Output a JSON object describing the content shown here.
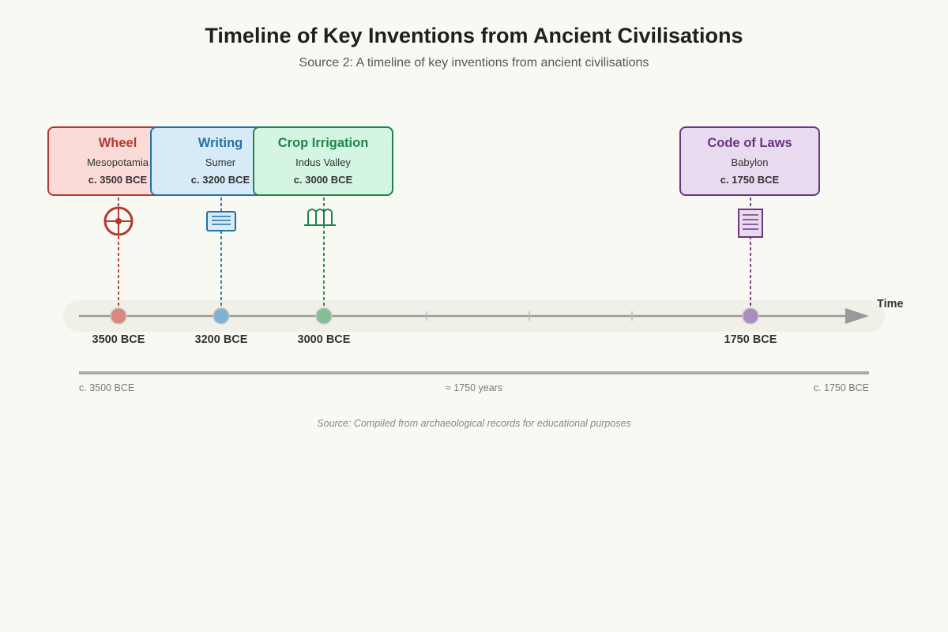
{
  "header": {
    "title": "Timeline of Key Inventions from Ancient Civilisations",
    "subtitle": "Source 2: A timeline of key inventions from ancient civilisations"
  },
  "axis": {
    "label": "Time"
  },
  "events": [
    {
      "name": "Wheel",
      "place": "Mesopotamia",
      "date": "c. 3500 BCE",
      "axis_label": "3500 BCE",
      "year_bce": 3500,
      "icon": "wheel-icon",
      "color": "#b03a2e",
      "fill": "#fadbd8",
      "dot": "#d98880"
    },
    {
      "name": "Writing",
      "place": "Sumer",
      "date": "c. 3200 BCE",
      "axis_label": "3200 BCE",
      "year_bce": 3200,
      "icon": "tablet-icon",
      "color": "#2471a3",
      "fill": "#d6eaf8",
      "dot": "#7fb3d5"
    },
    {
      "name": "Crop Irrigation",
      "place": "Indus Valley",
      "date": "c. 3000 BCE",
      "axis_label": "3000 BCE",
      "year_bce": 3000,
      "icon": "irrigation-icon",
      "color": "#1e8449",
      "fill": "#d5f5e3",
      "dot": "#82c09a"
    },
    {
      "name": "Code of Laws",
      "place": "Babylon",
      "date": "c. 1750 BCE",
      "axis_label": "1750 BCE",
      "year_bce": 1750,
      "icon": "scroll-icon",
      "color": "#6c3483",
      "fill": "#e8daef",
      "dot": "#a98cc0"
    }
  ],
  "span": {
    "start": "c. 3500 BCE",
    "middle": "≈ 1750 years",
    "end": "c. 1750 BCE"
  },
  "footer": {
    "source": "Source: Compiled from archaeological records for educational purposes"
  }
}
